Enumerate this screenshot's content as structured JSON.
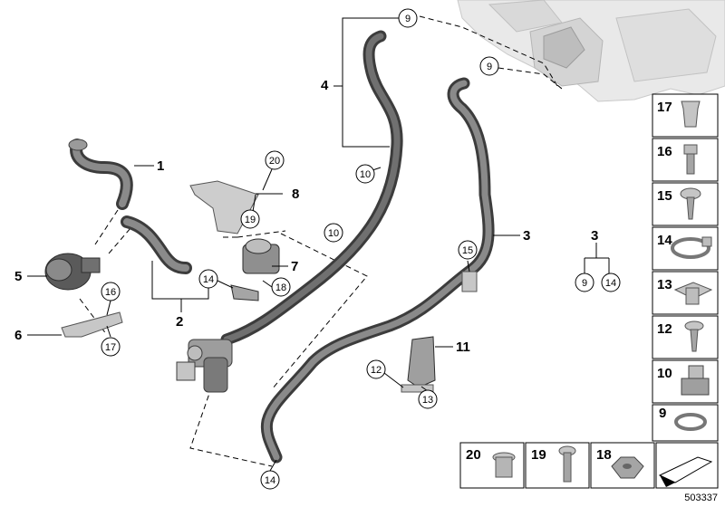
{
  "callouts": {
    "c1": "1",
    "c2": "2",
    "c3": "3",
    "c4": "4",
    "c5": "5",
    "c6": "6",
    "c7": "7",
    "c8": "8",
    "c11": "11",
    "c3b": "3"
  },
  "circles": {
    "n9a": "9",
    "n9b": "9",
    "n10a": "10",
    "n10b": "10",
    "n15": "15",
    "n20": "20",
    "n19": "19",
    "n14a": "14",
    "n18": "18",
    "n16": "16",
    "n17": "17",
    "n12": "12",
    "n13": "13",
    "n14b": "14",
    "n9c": "9",
    "n14c": "14"
  },
  "side_panel": {
    "items": [
      "17",
      "16",
      "15",
      "14",
      "13",
      "12",
      "10",
      "9"
    ]
  },
  "bottom_panel": {
    "items": [
      "20",
      "19",
      "18"
    ]
  },
  "reference_number": "503337",
  "colors": {
    "hose": "#6b6b6b",
    "hose_dark": "#3c3c3c",
    "hose_light": "#a9a9a9",
    "hardware": "#bcbcbc",
    "line": "#000000"
  }
}
